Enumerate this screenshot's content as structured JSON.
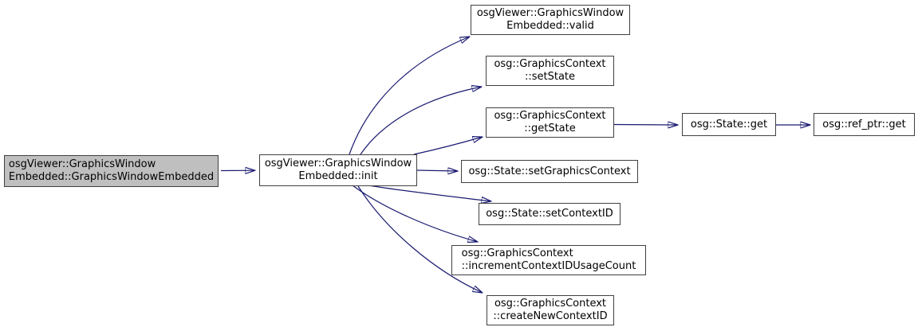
{
  "diagram": {
    "type": "call-graph",
    "colors": {
      "edge": "#191970",
      "node_border": "#404040",
      "node_background": "#ffffff",
      "focus_node_background": "#bfbfbf",
      "text": "#000000",
      "page_background": "#ffffff"
    },
    "nodes": {
      "caller": {
        "lines": [
          "osgViewer::GraphicsWindow",
          "Embedded::GraphicsWindowEmbedded"
        ],
        "focused": true
      },
      "init": {
        "lines": [
          "osgViewer::GraphicsWindow",
          "Embedded::init"
        ]
      },
      "valid": {
        "lines": [
          "osgViewer::GraphicsWindow",
          "Embedded::valid"
        ]
      },
      "set_state": {
        "lines": [
          "osg::GraphicsContext",
          "::setState"
        ]
      },
      "get_state": {
        "lines": [
          "osg::GraphicsContext",
          "::getState"
        ]
      },
      "state_get": {
        "lines": [
          "osg::State::get"
        ]
      },
      "ref_ptr_get": {
        "lines": [
          "osg::ref_ptr::get"
        ]
      },
      "set_graphics_context": {
        "lines": [
          "osg::State::setGraphicsContext"
        ]
      },
      "set_context_id": {
        "lines": [
          "osg::State::setContextID"
        ]
      },
      "increment_context_id_usage_count": {
        "lines": [
          "osg::GraphicsContext",
          "::incrementContextIDUsageCount"
        ]
      },
      "create_new_context_id": {
        "lines": [
          "osg::GraphicsContext",
          "::createNewContextID"
        ]
      }
    },
    "edges": [
      {
        "from": "caller",
        "to": "init"
      },
      {
        "from": "init",
        "to": "valid"
      },
      {
        "from": "init",
        "to": "set_state"
      },
      {
        "from": "init",
        "to": "get_state"
      },
      {
        "from": "init",
        "to": "set_graphics_context"
      },
      {
        "from": "init",
        "to": "set_context_id"
      },
      {
        "from": "init",
        "to": "increment_context_id_usage_count"
      },
      {
        "from": "init",
        "to": "create_new_context_id"
      },
      {
        "from": "get_state",
        "to": "state_get"
      },
      {
        "from": "state_get",
        "to": "ref_ptr_get"
      }
    ]
  }
}
